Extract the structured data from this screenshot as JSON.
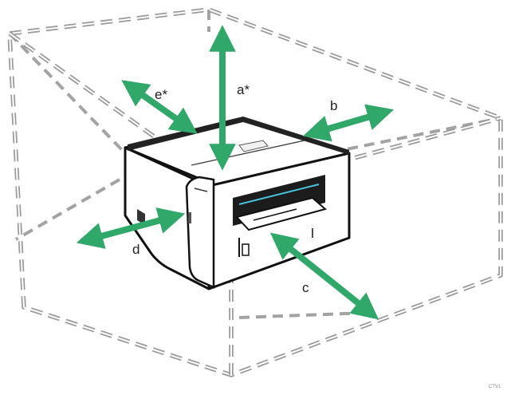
{
  "labels": {
    "a": "a*",
    "b": "b",
    "c": "c",
    "d": "d",
    "e": "e*"
  },
  "figure_code": "CTV1",
  "colors": {
    "arrow": "#2fa86a",
    "box": "#9a9a9a",
    "printer_outline": "#111111"
  }
}
